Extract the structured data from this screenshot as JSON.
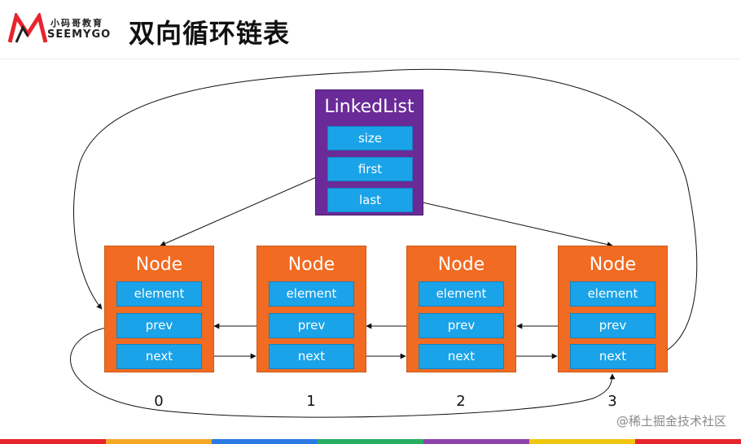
{
  "header": {
    "logo_cn": "小码哥教育",
    "logo_en": "SEEMYGO",
    "title": "双向循环链表"
  },
  "linked_list": {
    "title": "LinkedList",
    "fields": [
      "size",
      "first",
      "last"
    ]
  },
  "nodes": [
    {
      "title": "Node",
      "fields": [
        "element",
        "prev",
        "next"
      ],
      "index": "0"
    },
    {
      "title": "Node",
      "fields": [
        "element",
        "prev",
        "next"
      ],
      "index": "1"
    },
    {
      "title": "Node",
      "fields": [
        "element",
        "prev",
        "next"
      ],
      "index": "2"
    },
    {
      "title": "Node",
      "fields": [
        "element",
        "prev",
        "next"
      ],
      "index": "3"
    }
  ],
  "watermark": "@稀土掘金技术社区",
  "colors": {
    "linked_list_bg": "#6a2b98",
    "node_bg": "#f26b22",
    "field_bg": "#1aa3e8",
    "logo_red": "#e8242c"
  }
}
